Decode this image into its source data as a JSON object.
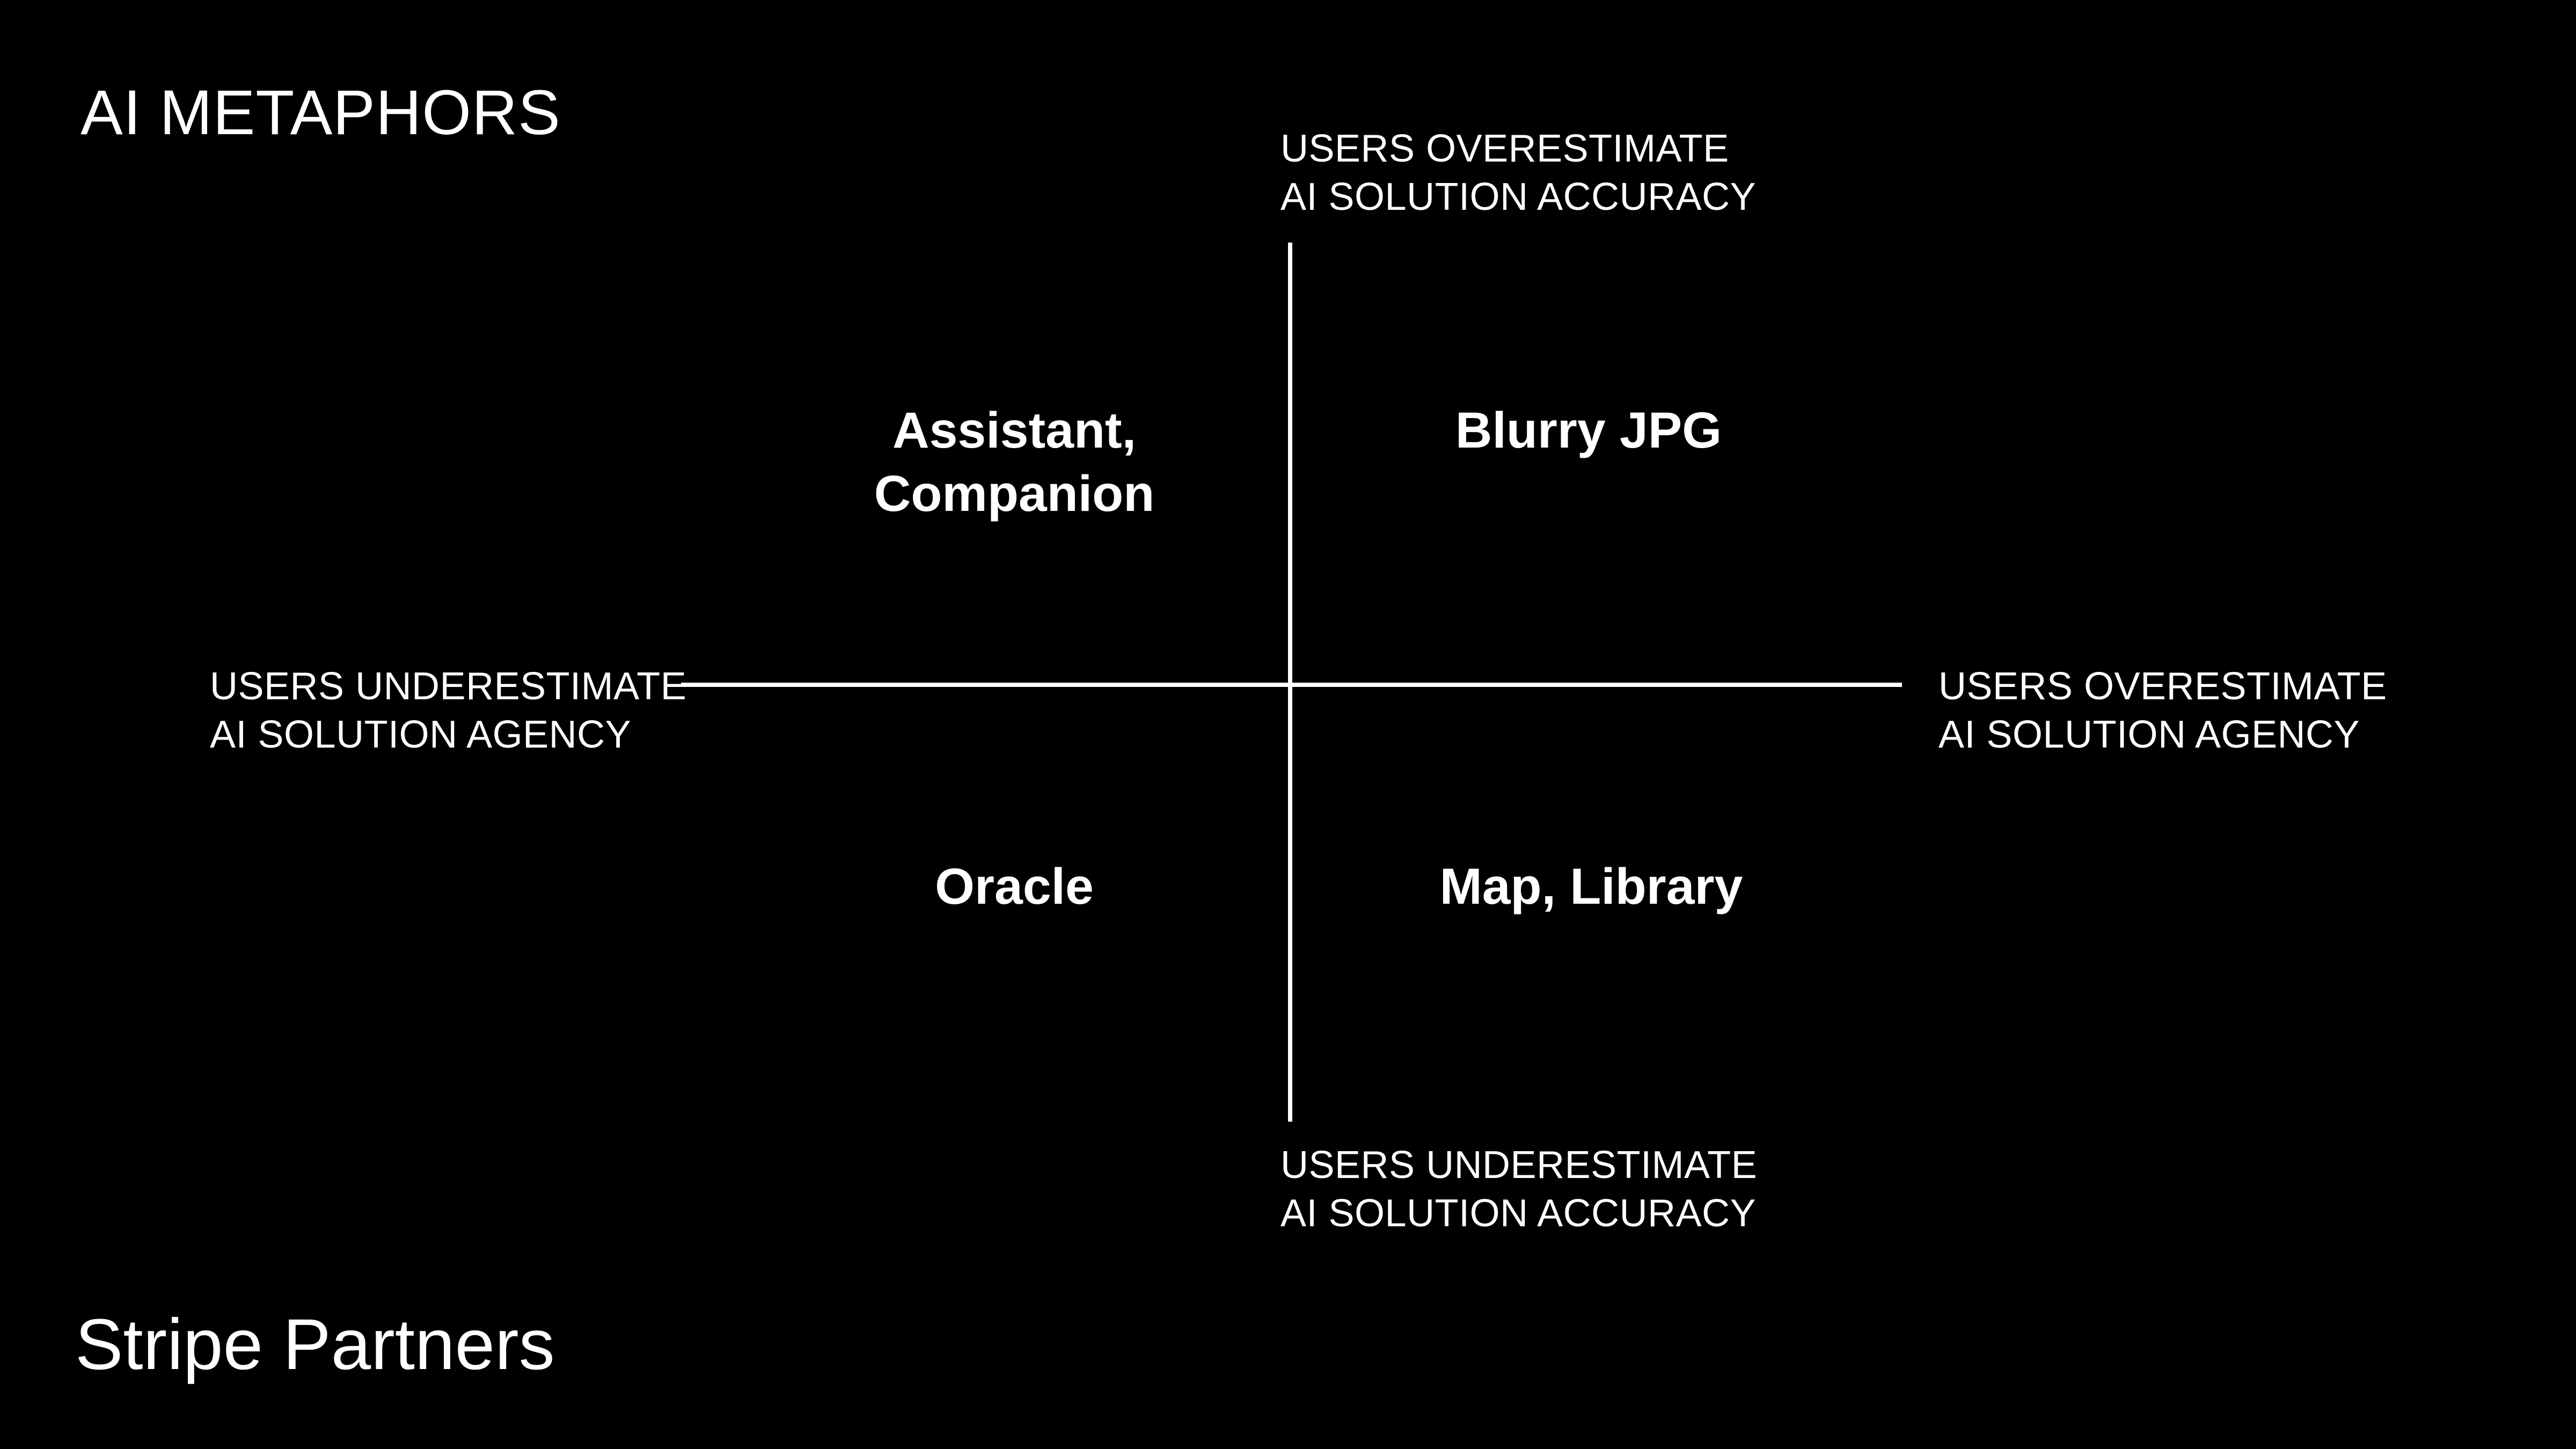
{
  "page": {
    "colors": {
      "background": "#000000",
      "foreground": "#ffffff"
    }
  },
  "header": {
    "title": "AI METAPHORS"
  },
  "footer": {
    "brand": "Stripe Partners"
  },
  "diagram": {
    "type": "quadrant-matrix",
    "axis_labels": {
      "top": {
        "line1": "USERS OVERESTIMATE",
        "line2": "AI SOLUTION ACCURACY"
      },
      "bottom": {
        "line1": "USERS UNDERESTIMATE",
        "line2": "AI SOLUTION ACCURACY"
      },
      "left": {
        "line1": "USERS UNDERESTIMATE",
        "line2": "AI SOLUTION AGENCY"
      },
      "right": {
        "line1": "USERS OVERESTIMATE",
        "line2": "AI SOLUTION AGENCY"
      }
    },
    "quadrants": {
      "top_left": {
        "line1": "Assistant,",
        "line2": "Companion"
      },
      "top_right": {
        "line1": "Blurry JPG"
      },
      "bottom_left": {
        "line1": "Oracle"
      },
      "bottom_right": {
        "line1": "Map, Library"
      }
    }
  }
}
